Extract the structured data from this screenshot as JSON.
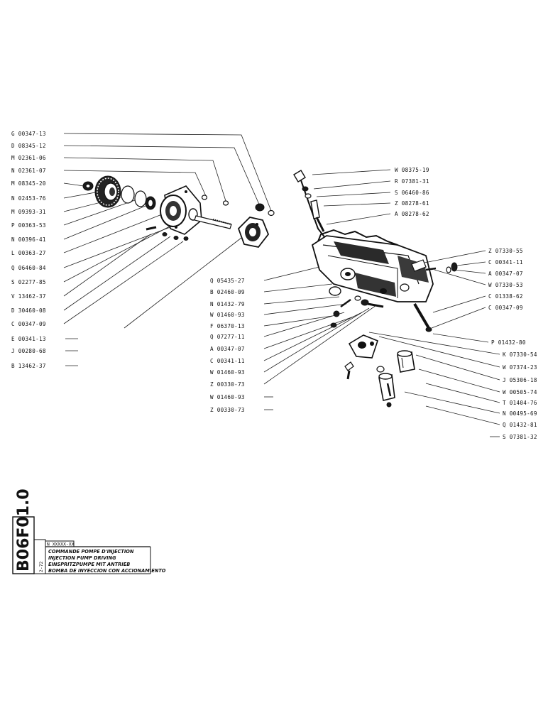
{
  "left_labels": [
    "G 00347-13",
    "D 08345-12",
    "M 02361-06",
    "N 02361-07",
    "M 08345-20",
    "N 02453-76",
    "M 09393-31",
    "P 00363-53",
    "N 00396-41",
    "L 00363-27",
    "Q 06460-84",
    "S 02277-85",
    "V 13462-37",
    "D 30460-08",
    "C 00347-09",
    "E 00341-13",
    "J 00280-68",
    "B 13462-37"
  ],
  "middle_labels": [
    "Q 05435-27",
    "B 02460-09",
    "N 01432-79",
    "W 01460-93",
    "F 06370-13",
    "Q 07277-11",
    "A 00347-07",
    "C 00341-11",
    "W 01460-93",
    "Z 00330-73",
    "W 01460-93",
    "Z 00330-73"
  ],
  "top_right_labels": [
    "W 08375-19",
    "R 07381-31",
    "S 06460-86",
    "Z 08278-61",
    "A 08278-62"
  ],
  "right_mid_labels": [
    "Z 07330-55",
    "C 00341-11",
    "A 00347-07",
    "W 07330-53",
    "C 01338-62",
    "C 00347-09"
  ],
  "right_bottom_labels": [
    "P 01432-80",
    "K 07330-54",
    "W 07374-23",
    "J 05306-18",
    "W 00505-74",
    "T 01404-76",
    "N 00495-69",
    "Q 01432-81",
    "S 07381-32"
  ],
  "title_block": {
    "code": "B06F01.0",
    "page": "2-72",
    "ref": "N XXXXX-XX",
    "lines": [
      "COMMANDE POMPE D'INJECTION",
      "INJECTION PUMP DRIVING",
      "EINSPRITZPUMPE MIT ANTRIEB",
      "BOMBA DE INYECCION CON ACCIONAMIENTO"
    ]
  }
}
